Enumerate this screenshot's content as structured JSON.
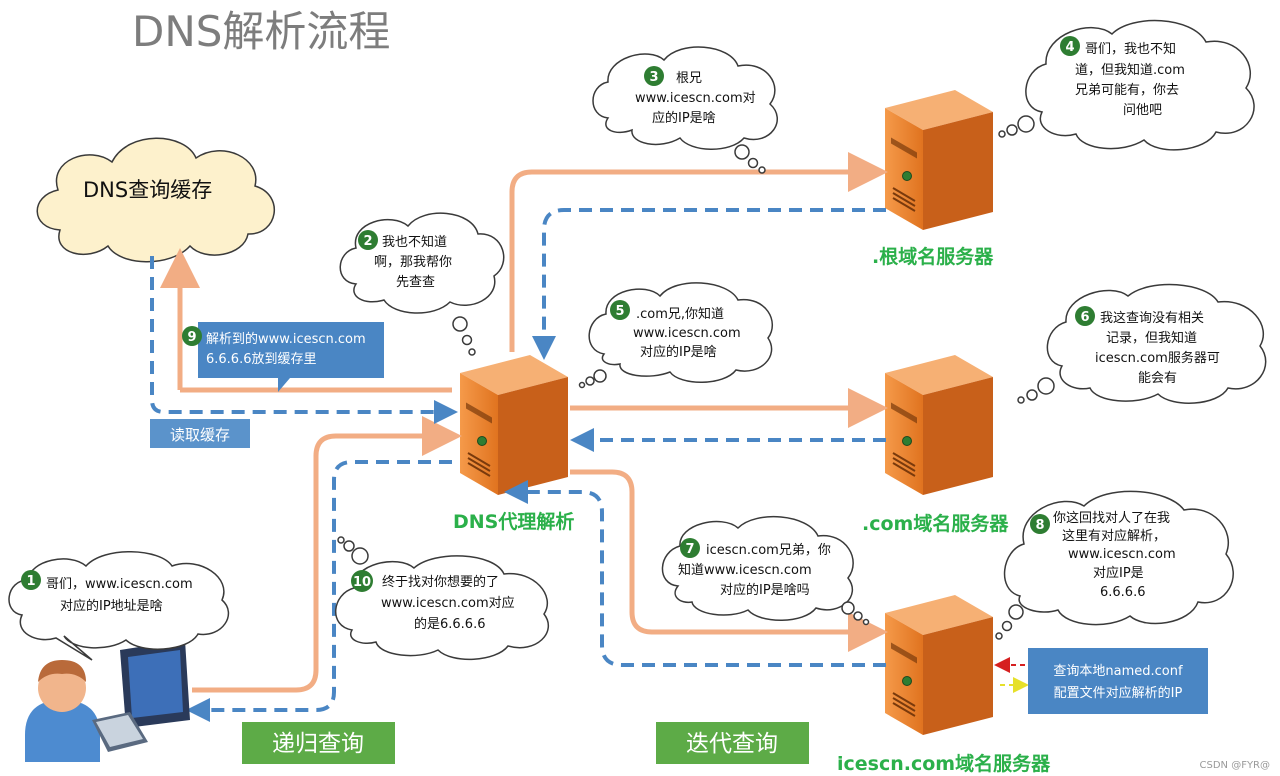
{
  "title": "DNS解析流程",
  "cache_cloud": "DNS查询缓存",
  "servers": {
    "proxy": "DNS代理解析",
    "root": ".根域名服务器",
    "com": ".com域名服务器",
    "icescn": "icescn.com域名服务器"
  },
  "steps": {
    "s1": {
      "num": "1",
      "lines": [
        "哥们，www.icescn.com",
        "对应的IP地址是啥"
      ]
    },
    "s2": {
      "num": "2",
      "lines": [
        "我也不知道",
        "啊，那我帮你",
        "先查查"
      ]
    },
    "s3": {
      "num": "3",
      "lines": [
        "根兄",
        "www.icescn.com对",
        "应的IP是啥"
      ]
    },
    "s4": {
      "num": "4",
      "lines": [
        "哥们，我也不知",
        "道，但我知道.com",
        "兄弟可能有，你去",
        "问他吧"
      ]
    },
    "s5": {
      "num": "5",
      "lines": [
        ".com兄,你知道",
        "www.icescn.com",
        "对应的IP是啥"
      ]
    },
    "s6": {
      "num": "6",
      "lines": [
        "我这查询没有相关",
        "记录，但我知道",
        "icescn.com服务器可",
        "能会有"
      ]
    },
    "s7": {
      "num": "7",
      "lines": [
        "icescn.com兄弟，你",
        "知道www.icescn.com",
        "对应的IP是啥吗"
      ]
    },
    "s8": {
      "num": "8",
      "lines": [
        "你这回找对人了在我",
        "这里有对应解析，",
        "www.icescn.com",
        "对应IP是",
        "6.6.6.6"
      ]
    },
    "s9": {
      "num": "9",
      "lines": [
        "解析到的www.icescn.com",
        "6.6.6.6放到缓存里"
      ]
    },
    "s10": {
      "num": "10",
      "lines": [
        "终于找对你想要的了",
        "www.icescn.com对应",
        "的是6.6.6.6"
      ]
    }
  },
  "read_cache_label": "读取缓存",
  "recursive_label": "递归查询",
  "iterative_label": "迭代查询",
  "named_conf_lines": [
    "查询本地named.conf",
    "配置文件对应解析的IP"
  ],
  "watermark": "CSDN @FYR@",
  "colors": {
    "orange_arrow": "#f2ad84",
    "blue_arrow": "#4a86c4",
    "server_label": "#2bb04a",
    "step_badge": "#2e7d32",
    "callout_bg": "#4a86c4",
    "green_button": "#5dab47"
  }
}
